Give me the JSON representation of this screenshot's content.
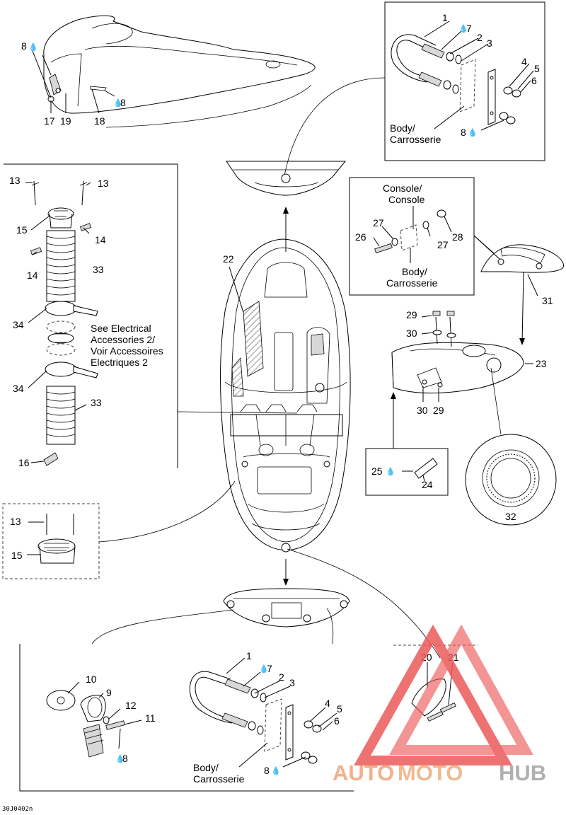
{
  "callouts": {
    "c1a": "1",
    "c2a": "2",
    "c3a": "3",
    "c4a": "4",
    "c5a": "5",
    "c6a": "6",
    "c7a": "7",
    "c8a": "8",
    "c8b": "8",
    "c8c": "8",
    "c17": "17",
    "c19": "19",
    "c18": "18",
    "c13a": "13",
    "c13b": "13",
    "c15a": "15",
    "c14a": "14",
    "c14b": "14",
    "c33a": "33",
    "c34a": "34",
    "c34b": "34",
    "c33b": "33",
    "c16": "16",
    "c22": "22",
    "c13c": "13",
    "c15b": "15",
    "c27a": "27",
    "c26": "26",
    "c27b": "27",
    "c28": "28",
    "c31": "31",
    "c29a": "29",
    "c30a": "30",
    "c23": "23",
    "c30b": "30",
    "c29b": "29",
    "c25": "25",
    "c24": "24",
    "c32": "32",
    "c1b": "1",
    "c7b": "7",
    "c2b": "2",
    "c3b": "3",
    "c4b": "4",
    "c5b": "5",
    "c6b": "6",
    "c8d": "8",
    "c10": "10",
    "c9": "9",
    "c12": "12",
    "c11": "11",
    "c8e": "8",
    "c20": "20",
    "c21": "21"
  },
  "labels": {
    "body_top_1": "Body/",
    "body_top_2": "Carrosserie",
    "console_1": "Console/",
    "console_2": "Console",
    "body_mid_1": "Body/",
    "body_mid_2": "Carrosserie",
    "electrical_1": "See Electrical",
    "electrical_2": "Accessories 2/",
    "electrical_3": "Voir Accessoires",
    "electrical_4": "Electriques 2",
    "body_bot_1": "Body/",
    "body_bot_2": "Carrosserie"
  },
  "drawing_code": "30J0402n",
  "watermark": {
    "part1": "AUTO",
    "part2": "MOTO",
    "part3": "HUB",
    "color1": "#f2b08a",
    "color2": "#f0b98f",
    "color3": "#b0b0b0",
    "triangle_color": "#ec5a5a"
  }
}
